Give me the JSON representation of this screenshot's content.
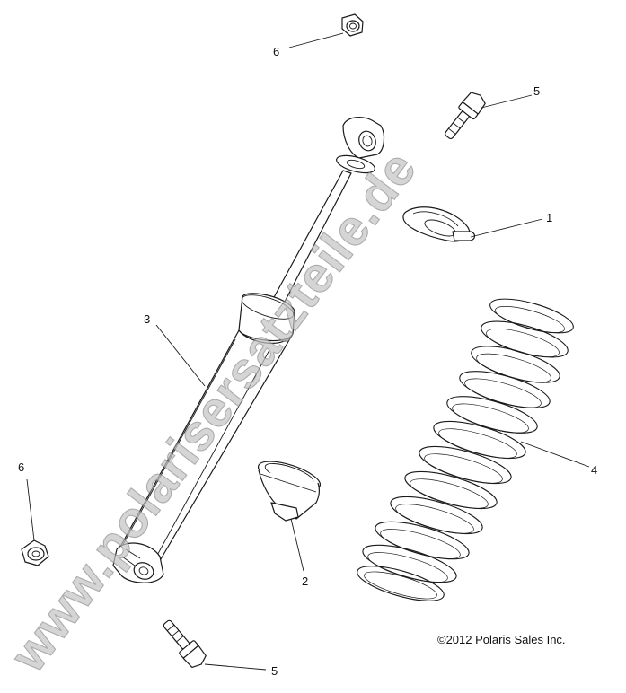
{
  "watermark": "www.polarisersatzteile.de",
  "copyright": "©2012 Polaris Sales Inc.",
  "callouts": {
    "spring_retainer_top": "1",
    "spring_retainer_bottom": "2",
    "shock_absorber": "3",
    "coil_spring": "4",
    "bolt_top": "5",
    "bolt_bottom": "5",
    "nut_top": "6",
    "nut_left": "6"
  }
}
